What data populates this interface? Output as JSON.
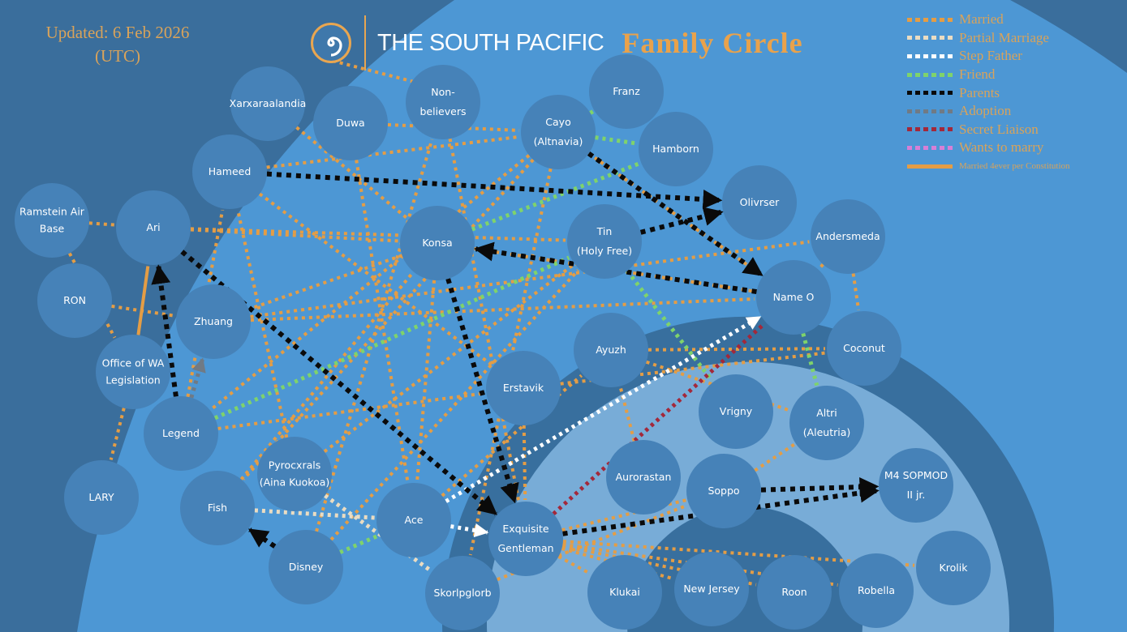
{
  "header": {
    "updated": "Updated: 6 Feb 2026",
    "timezone": "(UTC)",
    "title_main": "THE SOUTH PACIFIC",
    "title_accent": "Family Circle"
  },
  "colors": {
    "background_dark": "#3a6e9c",
    "background_light": "#4d97d4",
    "inner_circle": "#78acd7",
    "ring": "#386f9e",
    "node": "#4682b8"
  },
  "legend": [
    {
      "type": "married",
      "label": "Married",
      "color": "#e49d45",
      "style": "dotted"
    },
    {
      "type": "partial",
      "label": "Partial Marriage",
      "color": "#eadcc2",
      "style": "dotted"
    },
    {
      "type": "step",
      "label": "Step Father",
      "color": "#ffffff",
      "style": "dotted"
    },
    {
      "type": "friend",
      "label": "Friend",
      "color": "#7fd36b",
      "style": "dotted"
    },
    {
      "type": "parents",
      "label": "Parents",
      "color": "#0a0a0a",
      "style": "dotted"
    },
    {
      "type": "adoption",
      "label": "Adoption",
      "color": "#707a85",
      "style": "dotted"
    },
    {
      "type": "secret",
      "label": "Secret Liaison",
      "color": "#a3283a",
      "style": "dotted"
    },
    {
      "type": "wants",
      "label": "Wants to marry",
      "color": "#d77fd6",
      "style": "dotted"
    },
    {
      "type": "forever",
      "label": "Married 4ever per Constitution",
      "color": "#e49d45",
      "style": "solid"
    }
  ],
  "nodes": [
    {
      "id": "xarx",
      "lines": [
        "Xarxaraalandia"
      ]
    },
    {
      "id": "duwa",
      "lines": [
        "Duwa"
      ]
    },
    {
      "id": "nonbel",
      "lines": [
        "Non-",
        "believers"
      ]
    },
    {
      "id": "cayo",
      "lines": [
        "Cayo",
        "(Altnavia)"
      ]
    },
    {
      "id": "franz",
      "lines": [
        "Franz"
      ]
    },
    {
      "id": "hamborn",
      "lines": [
        "Hamborn"
      ]
    },
    {
      "id": "hameed",
      "lines": [
        "Hameed"
      ]
    },
    {
      "id": "ramstein",
      "lines": [
        "Ramstein Air",
        "Base"
      ]
    },
    {
      "id": "ari",
      "lines": [
        "Ari"
      ]
    },
    {
      "id": "olivrser",
      "lines": [
        "Olivrser"
      ]
    },
    {
      "id": "andersmeda",
      "lines": [
        "Andersmeda"
      ]
    },
    {
      "id": "konsa",
      "lines": [
        "Konsa"
      ]
    },
    {
      "id": "tin",
      "lines": [
        "Tin",
        "(Holy Free)"
      ]
    },
    {
      "id": "nameo",
      "lines": [
        "Name O"
      ]
    },
    {
      "id": "ron",
      "lines": [
        "RON"
      ]
    },
    {
      "id": "zhuang",
      "lines": [
        "Zhuang"
      ]
    },
    {
      "id": "coconut",
      "lines": [
        "Coconut"
      ]
    },
    {
      "id": "ayuzh",
      "lines": [
        "Ayuzh"
      ]
    },
    {
      "id": "office",
      "lines": [
        "Office of WA",
        "Legislation"
      ]
    },
    {
      "id": "erstavik",
      "lines": [
        "Erstavik"
      ]
    },
    {
      "id": "vrigny",
      "lines": [
        "Vrigny"
      ]
    },
    {
      "id": "altri",
      "lines": [
        "Altri",
        "(Aleutria)"
      ]
    },
    {
      "id": "legend",
      "lines": [
        "Legend"
      ]
    },
    {
      "id": "aurorastan",
      "lines": [
        "Aurorastan"
      ]
    },
    {
      "id": "soppo",
      "lines": [
        "Soppo"
      ]
    },
    {
      "id": "m4",
      "lines": [
        "M4 SOPMOD",
        "II jr."
      ]
    },
    {
      "id": "lary",
      "lines": [
        "LARY"
      ]
    },
    {
      "id": "fish",
      "lines": [
        "Fish"
      ]
    },
    {
      "id": "pyro",
      "lines": [
        "Pyrocxrals",
        "(Aina Kuokoa)"
      ]
    },
    {
      "id": "ace",
      "lines": [
        "Ace"
      ]
    },
    {
      "id": "exq",
      "lines": [
        "Exquisite",
        "Gentleman"
      ]
    },
    {
      "id": "disney",
      "lines": [
        "Disney"
      ]
    },
    {
      "id": "skor",
      "lines": [
        "Skorlpglorb"
      ]
    },
    {
      "id": "klukai",
      "lines": [
        "Klukai"
      ]
    },
    {
      "id": "newjersey",
      "lines": [
        "New Jersey"
      ]
    },
    {
      "id": "roon",
      "lines": [
        "Roon"
      ]
    },
    {
      "id": "robella",
      "lines": [
        "Robella"
      ]
    },
    {
      "id": "krolik",
      "lines": [
        "Krolik"
      ]
    }
  ],
  "edges": [
    {
      "type": "married",
      "from": "ramstein",
      "to": "ari"
    },
    {
      "type": "married",
      "from": "ramstein",
      "to": "office"
    },
    {
      "type": "married",
      "from": "ron",
      "to": "zhuang"
    },
    {
      "type": "married",
      "from": "office",
      "to": "lary"
    },
    {
      "type": "married",
      "from": "ari",
      "to": "konsa"
    },
    {
      "type": "married",
      "from": "ari",
      "to": "tin"
    },
    {
      "type": "married",
      "from": "hameed",
      "to": "cayo"
    },
    {
      "type": "married",
      "from": "hameed",
      "to": "erstavik"
    },
    {
      "type": "married",
      "from": "xarx",
      "to": "konsa"
    },
    {
      "type": "married",
      "from": "duwa",
      "to": "cayo"
    },
    {
      "type": "married",
      "from": "duwa",
      "to": "ace"
    },
    {
      "type": "married",
      "from": "nonbel",
      "to": "exq"
    },
    {
      "type": "married",
      "from": "cayo",
      "to": "legend"
    },
    {
      "type": "married",
      "from": "cayo",
      "to": "skor"
    },
    {
      "type": "married",
      "from": "cayo",
      "to": "fish"
    },
    {
      "type": "married",
      "from": "cayo",
      "to": "nameo"
    },
    {
      "type": "married",
      "from": "konsa",
      "to": "nameo"
    },
    {
      "type": "married",
      "from": "konsa",
      "to": "ace"
    },
    {
      "type": "married",
      "from": "konsa",
      "to": "zhuang"
    },
    {
      "type": "married",
      "from": "zhuang",
      "to": "nameo"
    },
    {
      "type": "married",
      "from": "zhuang",
      "to": "andersmeda"
    },
    {
      "type": "married",
      "from": "legend",
      "to": "hameed"
    },
    {
      "type": "married",
      "from": "legend",
      "to": "erstavik"
    },
    {
      "type": "married",
      "from": "fish",
      "to": "konsa"
    },
    {
      "type": "married",
      "from": "pyro",
      "to": "hameed"
    },
    {
      "type": "married",
      "from": "pyro",
      "to": "tin"
    },
    {
      "type": "married",
      "from": "disney",
      "to": "tin"
    },
    {
      "type": "married",
      "from": "disney",
      "to": "nonbel"
    },
    {
      "type": "married",
      "from": "ace",
      "to": "ayuzh"
    },
    {
      "type": "married",
      "from": "ayuzh",
      "to": "coconut"
    },
    {
      "type": "married",
      "from": "erstavik",
      "to": "coconut"
    },
    {
      "type": "married",
      "from": "erstavik",
      "to": "exq"
    },
    {
      "type": "married",
      "from": "aurorastan",
      "to": "ayuzh"
    },
    {
      "type": "married",
      "from": "andersmeda",
      "to": "nameo"
    },
    {
      "type": "married",
      "from": "andersmeda",
      "to": "coconut"
    },
    {
      "type": "married",
      "from": "ayuzh",
      "to": "altri"
    },
    {
      "type": "married",
      "from": "soppo",
      "to": "altri"
    },
    {
      "type": "married",
      "from": "skor",
      "to": "soppo"
    },
    {
      "type": "married",
      "from": "exq",
      "to": "soppo"
    },
    {
      "type": "married",
      "from": "exq",
      "to": "klukai"
    },
    {
      "type": "married",
      "from": "exq",
      "to": "newjersey"
    },
    {
      "type": "married",
      "from": "exq",
      "to": "roon"
    },
    {
      "type": "married",
      "from": "exq",
      "to": "robella"
    },
    {
      "type": "married",
      "from": "exq",
      "to": "krolik"
    },
    {
      "type": "partial",
      "from": "pyro",
      "to": "skor"
    },
    {
      "type": "partial",
      "from": "fish",
      "to": "ace"
    },
    {
      "type": "friend",
      "from": "cayo",
      "to": "franz"
    },
    {
      "type": "friend",
      "from": "cayo",
      "to": "hamborn"
    },
    {
      "type": "friend",
      "from": "konsa",
      "to": "hamborn"
    },
    {
      "type": "friend",
      "from": "legend",
      "to": "tin"
    },
    {
      "type": "friend",
      "from": "tin",
      "to": "vrigny"
    },
    {
      "type": "friend",
      "from": "nameo",
      "to": "altri"
    },
    {
      "type": "friend",
      "from": "disney",
      "to": "ace"
    },
    {
      "type": "parents",
      "from": "hameed",
      "to": "olivrser"
    },
    {
      "type": "parents",
      "from": "cayo",
      "to": "nameo"
    },
    {
      "type": "parents",
      "from": "tin",
      "to": "olivrser"
    },
    {
      "type": "parents",
      "from": "nameo",
      "to": "konsa"
    },
    {
      "type": "parents",
      "from": "konsa",
      "to": "exq"
    },
    {
      "type": "parents",
      "from": "ari",
      "to": "exq"
    },
    {
      "type": "parents",
      "from": "legend",
      "to": "ari"
    },
    {
      "type": "parents",
      "from": "disney",
      "to": "fish"
    },
    {
      "type": "parents",
      "from": "soppo",
      "to": "m4"
    },
    {
      "type": "parents",
      "from": "exq",
      "to": "m4"
    },
    {
      "type": "step",
      "from": "ace",
      "to": "exq"
    },
    {
      "type": "step",
      "from": "ace",
      "to": "nameo"
    },
    {
      "type": "secret",
      "from": "exq",
      "to": "nameo"
    },
    {
      "type": "adoption",
      "from": "legend",
      "to": "zhuang"
    },
    {
      "type": "forever",
      "from": "office",
      "to": "ari"
    }
  ]
}
